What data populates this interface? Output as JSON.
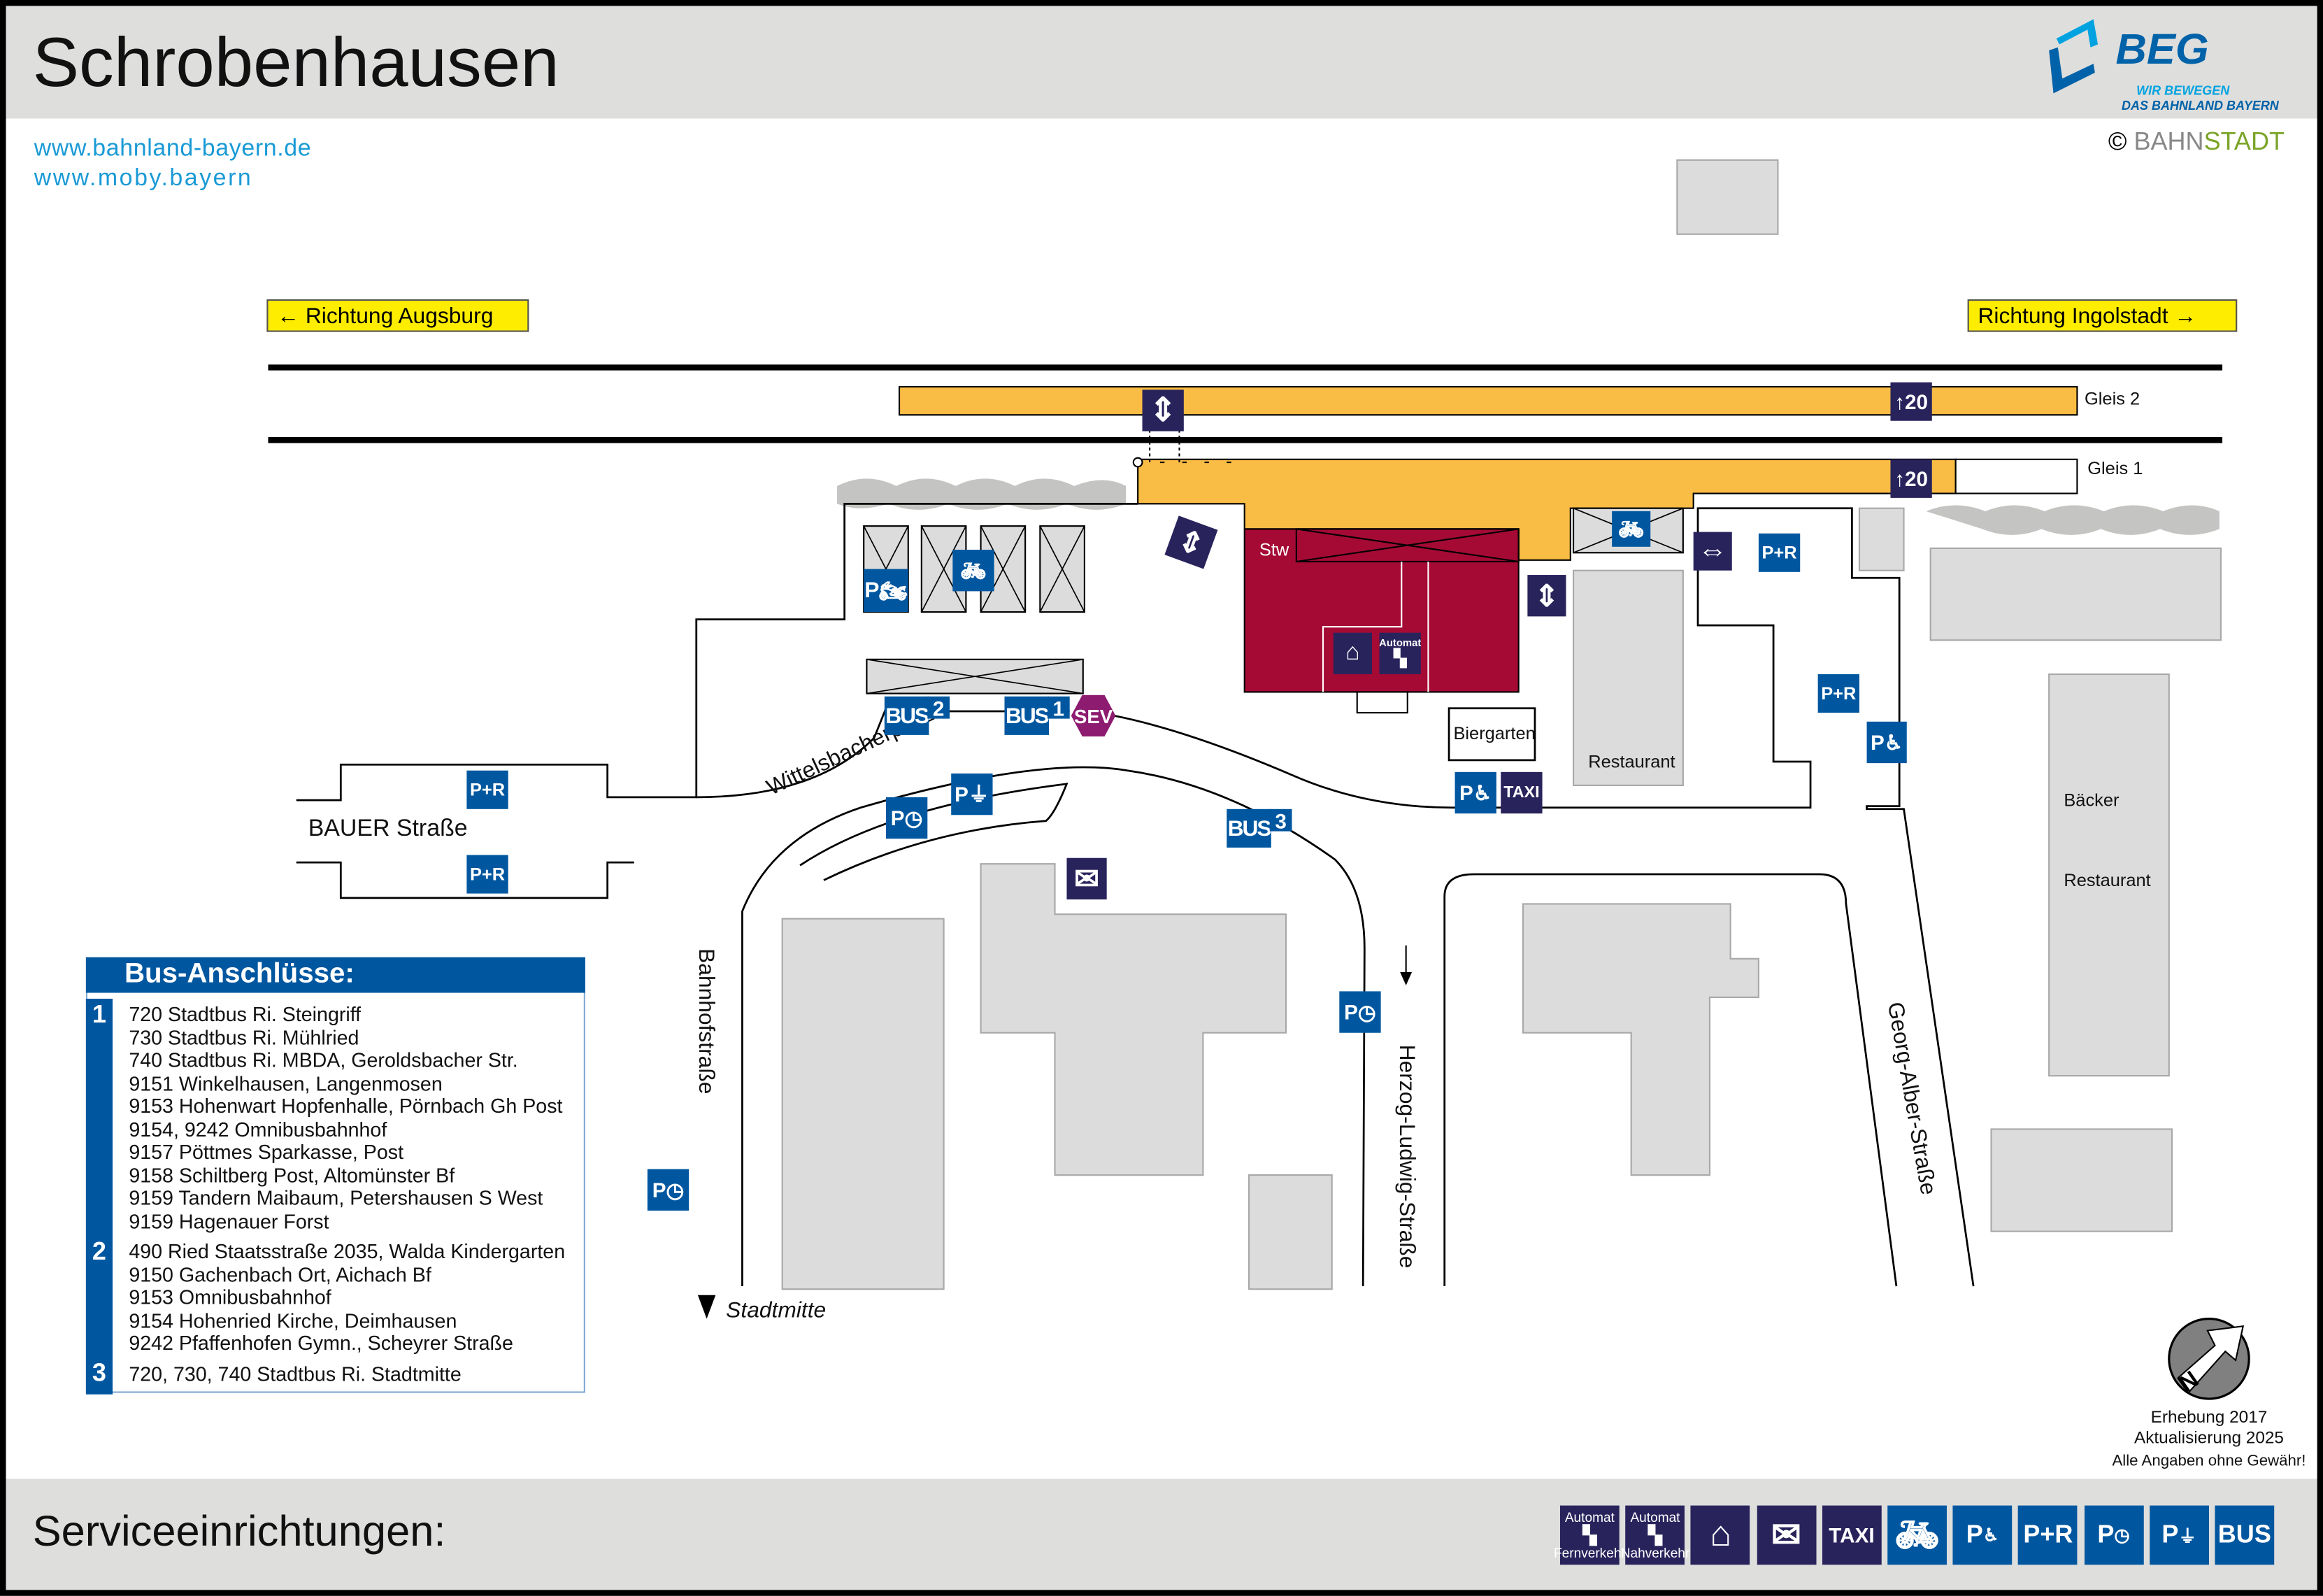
{
  "header": {
    "title": "Schrobenhausen",
    "urls": [
      "www.bahnland-bayern.de",
      "www.moby.bayern"
    ]
  },
  "logo": {
    "name": "BEG",
    "tagline1": "WIR BEWEGEN",
    "tagline2": "DAS BAHNLAND BAYERN",
    "copyright": "©",
    "bahn": "BAHN",
    "stadt": "STADT"
  },
  "directions": {
    "left": "Richtung Augsburg",
    "right": "Richtung Ingolstadt",
    "left_arrow": "←",
    "right_arrow": "→"
  },
  "tracks": {
    "gleis2": "Gleis 2",
    "gleis1": "Gleis 1",
    "platform_length": "20"
  },
  "map_labels": {
    "stw": "Stw",
    "biergarten": "Biergarten",
    "restaurant": "Restaurant",
    "baecker": "Bäcker",
    "restaurant2": "Restaurant",
    "bauer_strasse": "BAUER Straße",
    "wittelsbacherplatz": "Wittelsbacherplatz",
    "bahnhofstrasse": "Bahnhofstraße",
    "herzog_ludwig_strasse": "Herzog-Ludwig-Straße",
    "georg_alber_strasse": "Georg-Alber-Straße",
    "stadtmitte": "Stadtmitte"
  },
  "icons": {
    "bus": "BUS",
    "sev": "SEV",
    "taxi": "TAXI",
    "pr": "P+R",
    "p": "P",
    "automat": "Automat",
    "stop1": "1",
    "stop2": "2",
    "stop3": "3"
  },
  "bus_connections": {
    "title": "Bus-Anschlüsse:",
    "groups": [
      {
        "stop": "1",
        "lines": [
          "720 Stadtbus Ri. Steingriff",
          "730 Stadtbus Ri. Mühlried",
          "740 Stadtbus Ri. MBDA, Geroldsbacher Str.",
          "9151 Winkelhausen, Langenmosen",
          "9153 Hohenwart Hopfenhalle, Pörnbach Gh Post",
          "9154, 9242 Omnibusbahnhof",
          "9157 Pöttmes Sparkasse, Post",
          "9158 Schiltberg Post, Altomünster Bf",
          "9159 Tandern Maibaum, Petershausen S West",
          "9159 Hagenauer Forst"
        ]
      },
      {
        "stop": "2",
        "lines": [
          "490 Ried Staatsstraße 2035, Walda Kindergarten",
          "9150 Gachenbach Ort, Aichach Bf",
          "9153 Omnibusbahnhof",
          "9154 Hohenried Kirche, Deimhausen",
          "9242 Pfaffenhofen Gymn., Scheyrer Straße"
        ]
      },
      {
        "stop": "3",
        "lines": [
          "720, 730, 740 Stadtbus Ri. Stadtmitte"
        ]
      }
    ]
  },
  "notes": {
    "survey": "Erhebung 2017",
    "update": "Aktualisierung 2025",
    "disclaimer": "Alle Angaben ohne Gewähr!",
    "north": "N"
  },
  "footer": {
    "title": "Serviceeinrichtungen:",
    "legend": [
      {
        "icon": "ticket-machine-long-distance-icon",
        "top": "Automat",
        "bottom": "Fernverkehr"
      },
      {
        "icon": "ticket-machine-regional-icon",
        "top": "Automat",
        "bottom": "Nahverkehr"
      },
      {
        "icon": "waiting-room-icon"
      },
      {
        "icon": "post-icon"
      },
      {
        "icon": "taxi-icon",
        "label": "TAXI"
      },
      {
        "icon": "bike-parking-icon"
      },
      {
        "icon": "disabled-parking-icon",
        "label": "P"
      },
      {
        "icon": "park-and-ride-icon",
        "label": "P+R"
      },
      {
        "icon": "short-term-parking-icon",
        "label": "P"
      },
      {
        "icon": "ev-charging-parking-icon",
        "label": "P"
      },
      {
        "icon": "bus-icon",
        "label": "BUS"
      }
    ]
  },
  "colors": {
    "navy": "#29235c",
    "blue": "#0057a0",
    "platform": "#f9bc45",
    "station": "#a50a35",
    "sev": "#8d1b70",
    "direction": "#ffed00"
  }
}
